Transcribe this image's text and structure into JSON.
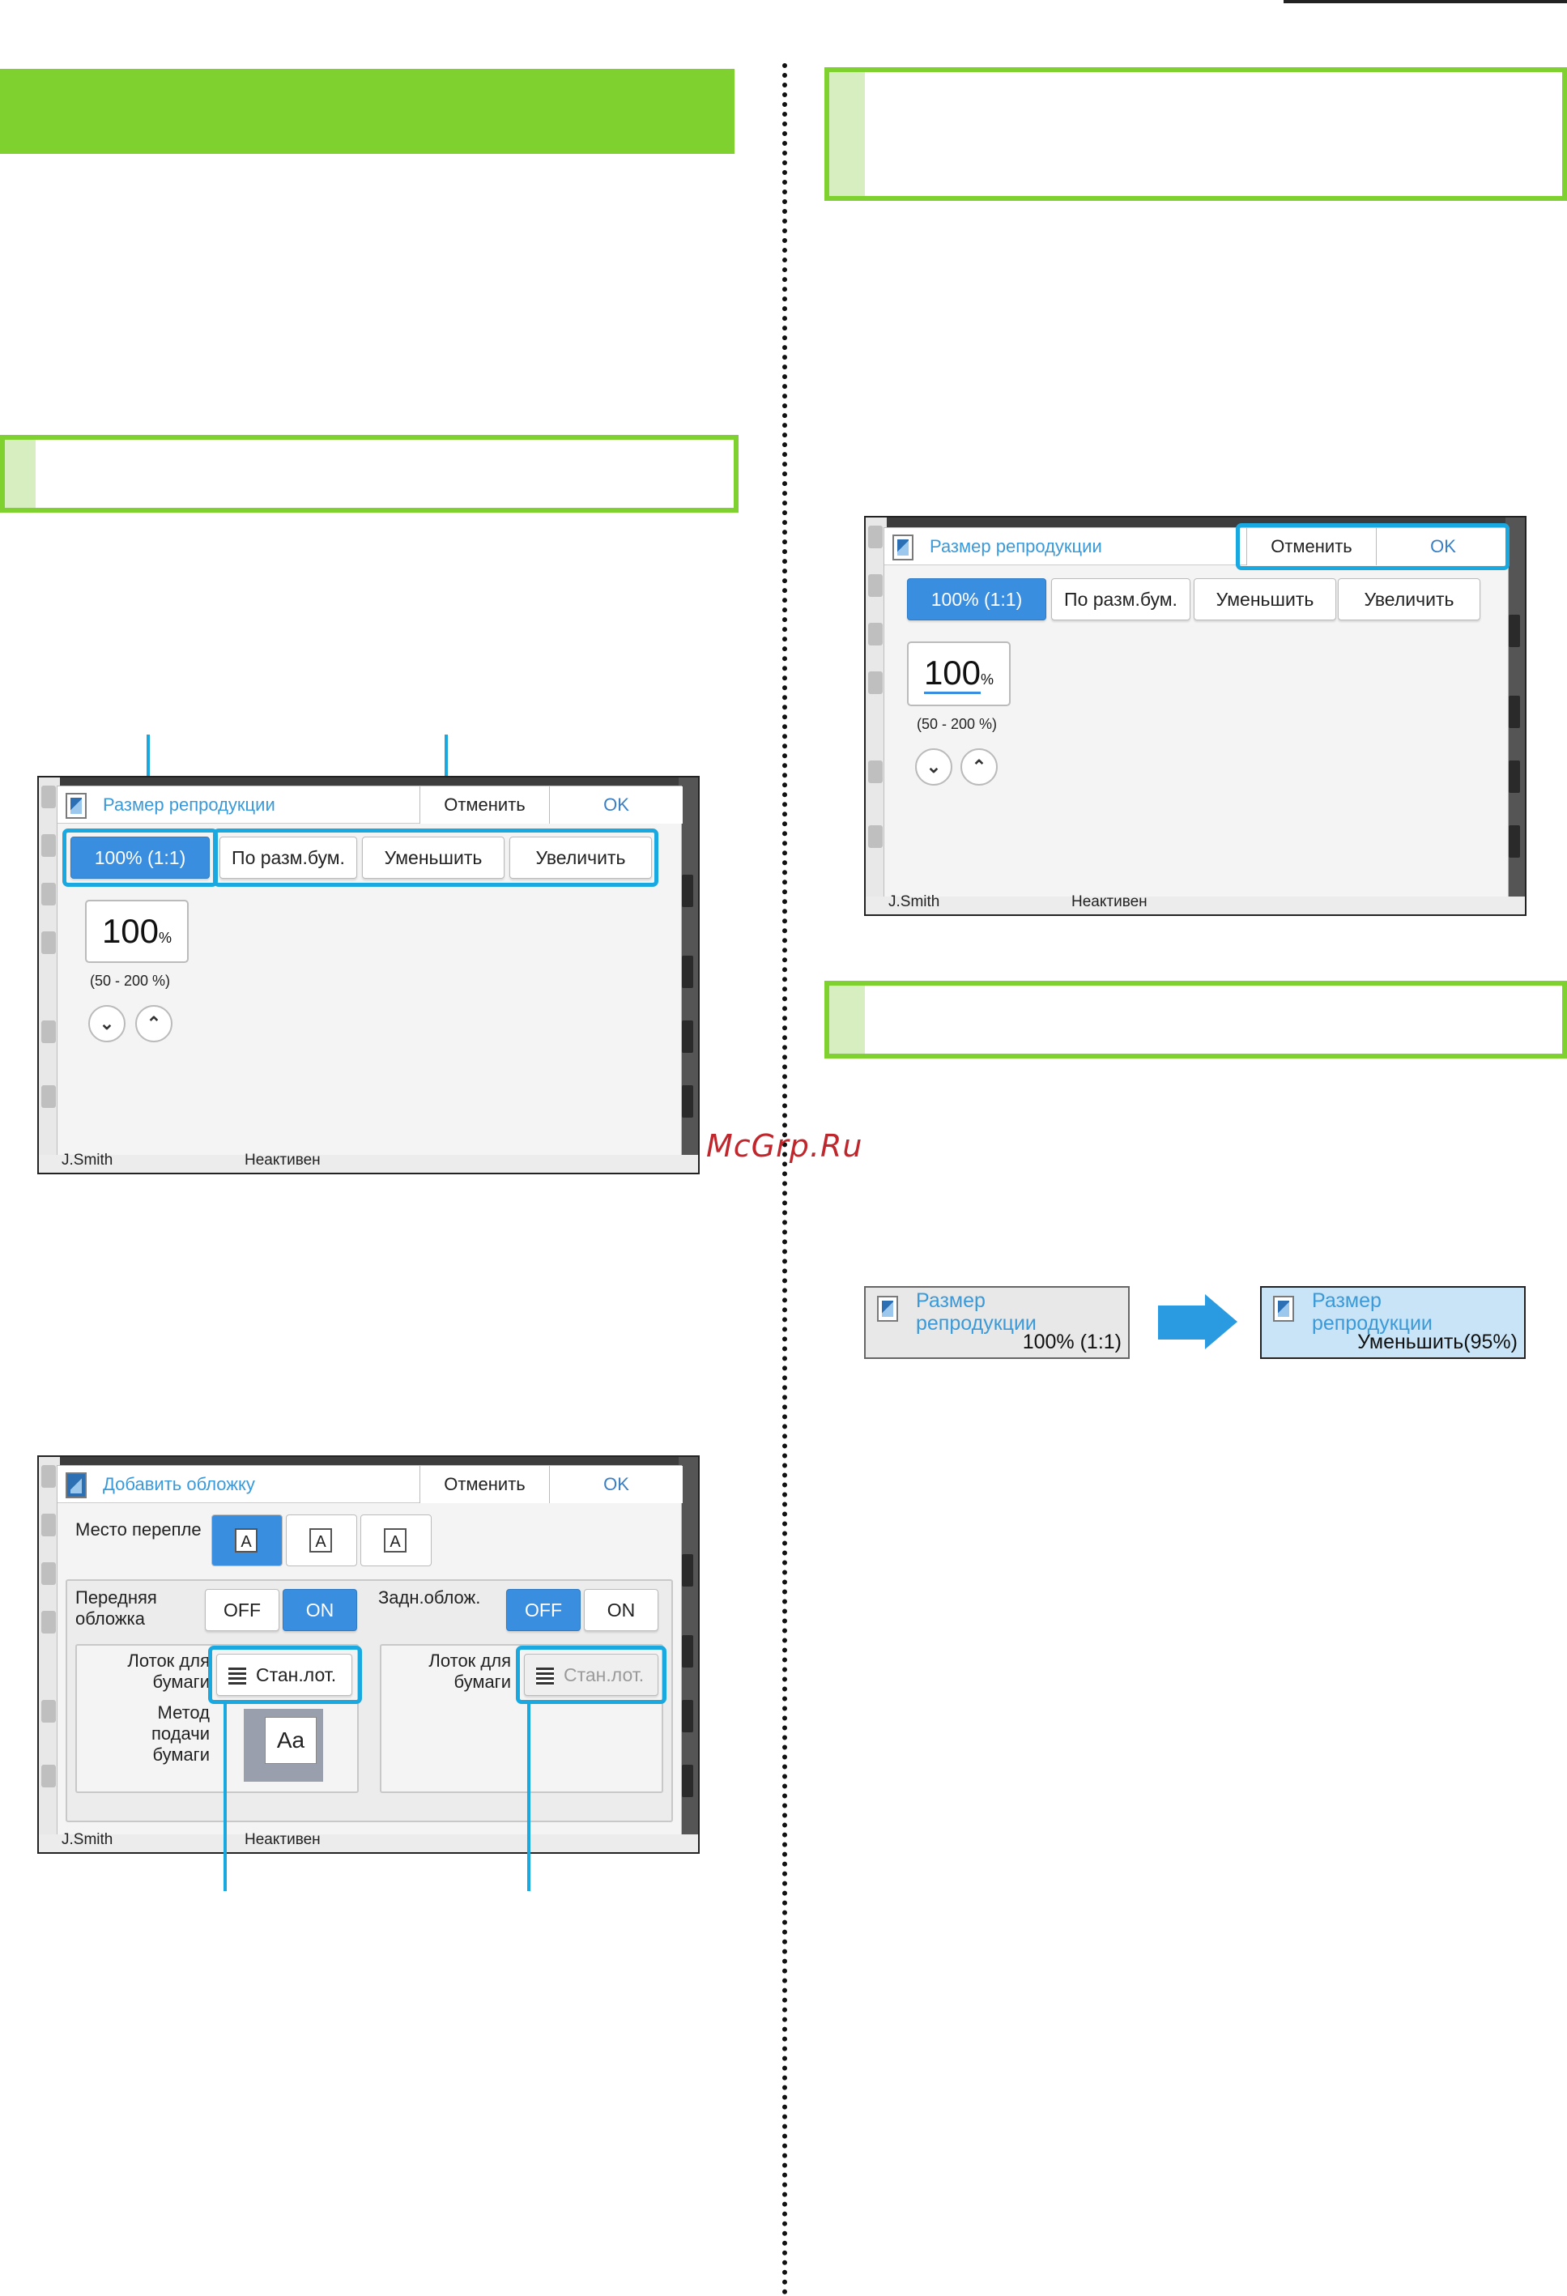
{
  "watermark": "McGrp.Ru",
  "screen1": {
    "title": "Размер репродукции",
    "cancel": "Отменить",
    "ok": "OK",
    "options": [
      "100% (1:1)",
      "По разм.бум.",
      "Уменьшить",
      "Увеличить"
    ],
    "value": "100",
    "unit": "%",
    "range": "(50 - 200 %)",
    "status_user": "J.Smith",
    "status_state": "Неактивен"
  },
  "screen2": {
    "title": "Добавить обложку",
    "cancel": "Отменить",
    "ok": "OK",
    "binding_label": "Место перепле",
    "binding_letter": "A",
    "front_label": "Передняя обложка",
    "back_label": "Задн.облож.",
    "off": "OFF",
    "on": "ON",
    "tray_label": "Лоток для бумаги",
    "tray_button": "Стан.лот.",
    "feed_label": "Метод подачи бумаги",
    "feed_icon_text": "Aa",
    "status_user": "J.Smith",
    "status_state": "Неактивен"
  },
  "screen3": {
    "title": "Размер репродукции",
    "cancel": "Отменить",
    "ok": "OK",
    "options": [
      "100% (1:1)",
      "По разм.бум.",
      "Уменьшить",
      "Увеличить"
    ],
    "value": "100",
    "unit": "%",
    "range": "(50 - 200 %)",
    "status_user": "J.Smith",
    "status_state": "Неактивен"
  },
  "before_after": {
    "label": "Размер репродукции",
    "before_value": "100% (1:1)",
    "after_value": "Уменьшить(95%)"
  }
}
